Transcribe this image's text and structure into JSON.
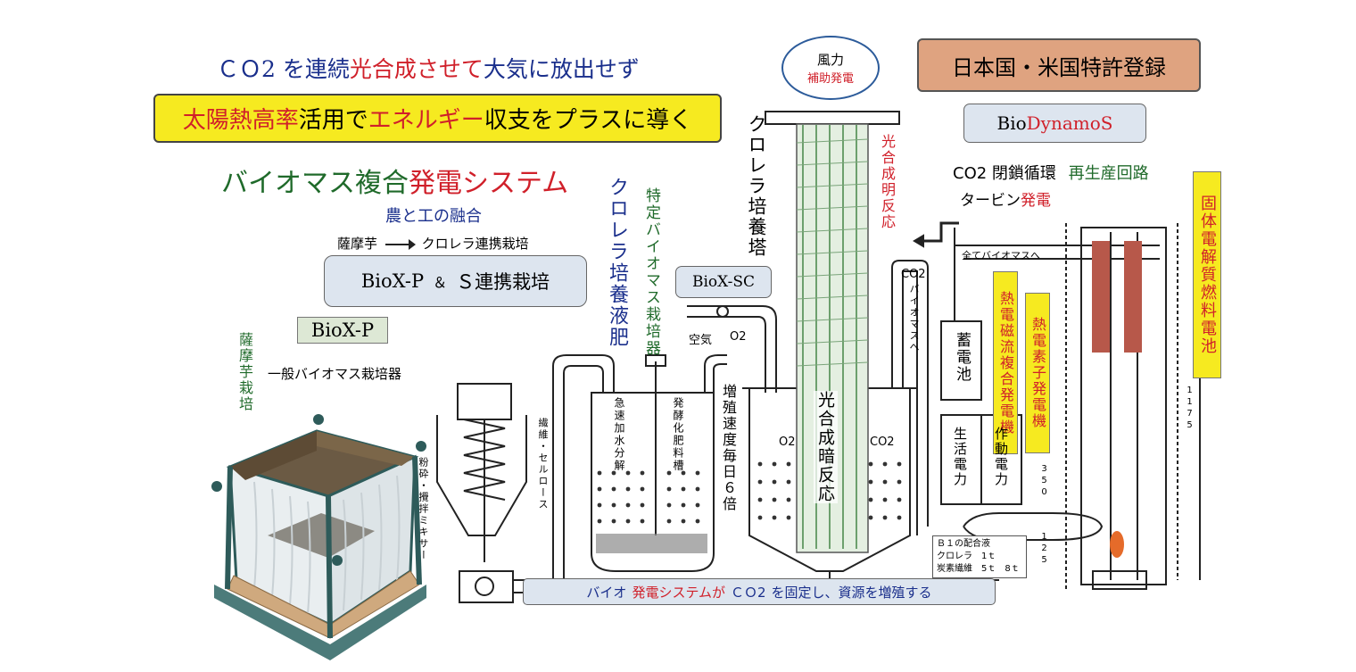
{
  "headline": {
    "p1": "ＣＯ2 を連続",
    "p2": "光合成させて",
    "p3": "大気に放出せず"
  },
  "banner": {
    "p1": "太陽熱高率",
    "p2": "活用で",
    "p3": "エネルギー",
    "p4": "収支をプラスに導く"
  },
  "system_title": {
    "p1": "バイオマス複合",
    "p2": "発電",
    "p3": "システム"
  },
  "fusion": "農と工の融合",
  "flow": {
    "from": "薩摩芋",
    "to": "クロレラ連携栽培"
  },
  "biox_ps": {
    "p1": "BioX-P",
    "amp": "＆",
    "p2": "Ｓ連携栽培"
  },
  "biox_p": "BioX-P",
  "satsuma_cultivation": "薩摩芋栽培",
  "general_cultivator": "一般バイオマス栽培器",
  "chlorella_fertilizer": "クロレラ培養液肥",
  "specific_cultivator": "特定バイオマス栽培器",
  "biox_sc": "BioX-SC",
  "chlorella_tower": "クロレラ培養塔",
  "wind": {
    "line1": "風力",
    "line2": "補助発電"
  },
  "light_reaction": "光合成明反応",
  "dark_reaction": "光合成暗反応",
  "growth_rate": "増殖速度毎日６倍",
  "patent": "日本国・米国特許登録",
  "biodynamos": {
    "p1": "Bio",
    "p2": "DynamoS"
  },
  "co2_cycle": {
    "p1": "CO2 閉鎖循環",
    "p2": "再生産回路"
  },
  "turbine": {
    "p1": "タービン",
    "p2": "発電"
  },
  "mhd": "熱電磁流複合発電機",
  "thermo": "熱電素子発電機",
  "sofc": "固体電解質燃料電池",
  "battery": "蓄電池",
  "life_power": "生活電力",
  "work_power": "作動電力",
  "bottom_banner": {
    "p1": "バイオ",
    "p2": "発電システムが",
    "p3": "ＣＯ2",
    "p4": "を固定し、資源を増殖する"
  },
  "diagram_labels": {
    "air": "空気",
    "o2": "O2",
    "o2_tank": "O2",
    "co2_tank": "CO2",
    "co2_pipe": "CO2",
    "to_biomass": "バイオマスへ",
    "all_biomass": "全てバイオマスへ",
    "rapid_hydrolysis": "急速加水分解",
    "fermentation_tank": "発酵化肥料槽",
    "cellulose": "繊維・セルロース",
    "mixer": "粉砕・攪拌ミキサー",
    "dimension_1175": "1175",
    "dimension_350": "350",
    "dimension_125": "125",
    "mix_title": "Ｂ１の配合液",
    "mix_line1": "クロレラ　1ｔ",
    "mix_line2": "炭素繊維　5ｔ　8ｔ"
  }
}
